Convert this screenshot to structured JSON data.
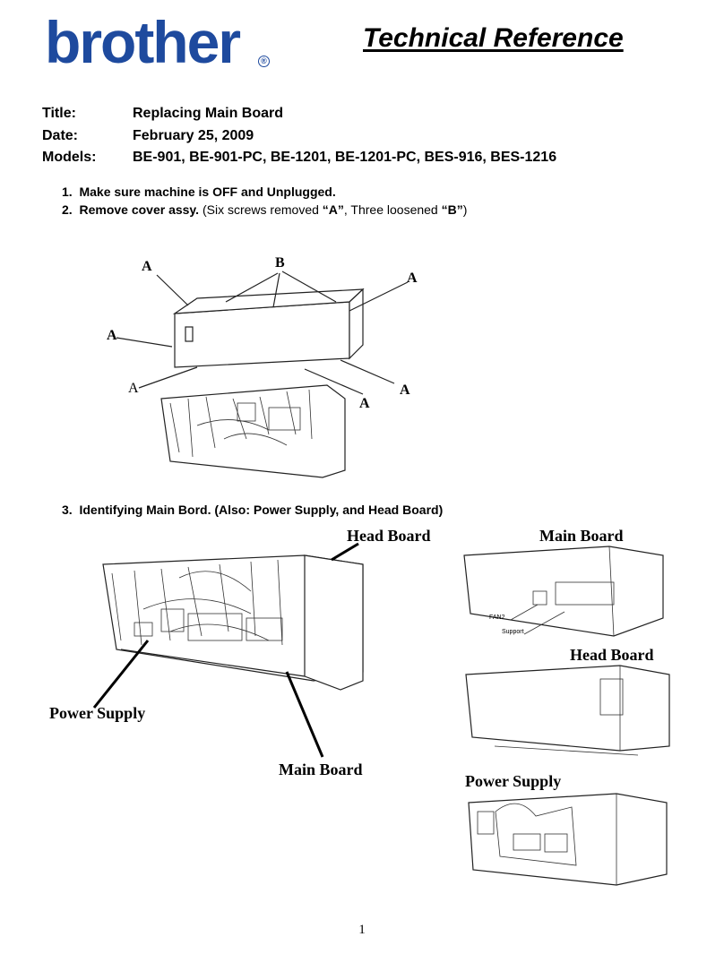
{
  "header": {
    "logo_text": "brother",
    "logo_mark": "®",
    "brand_color": "#1e4a9e",
    "doc_type": "Technical Reference"
  },
  "meta": {
    "title_label": "Title:",
    "title_value": "Replacing Main Board",
    "date_label": "Date:",
    "date_value": "February 25, 2009",
    "models_label": "Models:",
    "models_value": "BE-901, BE-901-PC, BE-1201, BE-1201-PC, BES-916, BES-1216"
  },
  "steps": {
    "s1_num": "1.",
    "s1_text": "Make sure machine is OFF and Unplugged.",
    "s2_num": "2.",
    "s2_bold": "Remove cover assy.",
    "s2_paren_open": " (Six screws removed ",
    "s2_a": "“A”",
    "s2_mid": ", Three loosened ",
    "s2_b": "“B”",
    "s2_paren_close": ")",
    "s3_num": "3.",
    "s3_text": "Identifying Main Bord. (Also: Power Supply, and Head Board)"
  },
  "figure1": {
    "label_a": "A",
    "label_b": "B"
  },
  "figure2": {
    "head_board": "Head Board",
    "power_supply": "Power Supply",
    "main_board": "Main Board"
  },
  "figure_right": {
    "main_board": "Main Board",
    "head_board": "Head Board",
    "power_supply": "Power Supply",
    "fan2": "FAN2",
    "support": "Support"
  },
  "footer": {
    "page_number": "1"
  }
}
